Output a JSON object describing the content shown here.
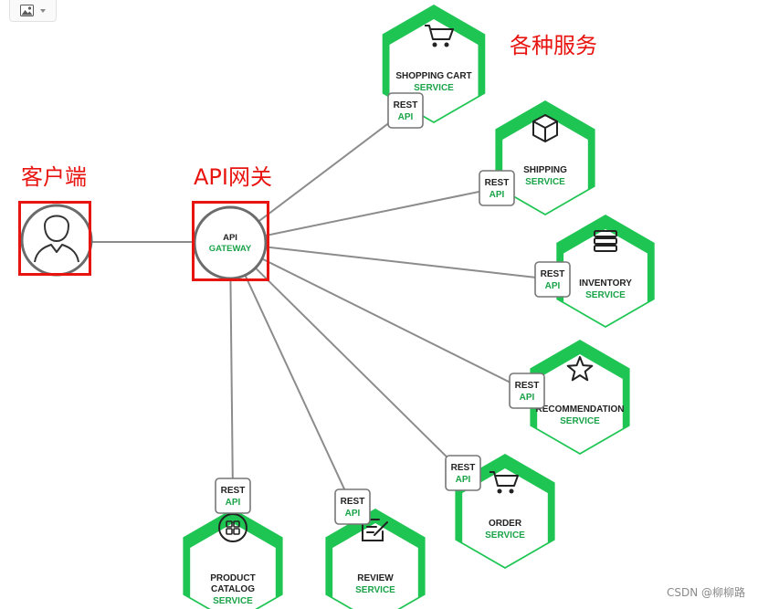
{
  "toolbar": {
    "image_icon": "image-icon",
    "dropdown_icon": "chevron-down-icon"
  },
  "annotations": {
    "client": "客户端",
    "gateway": "API网关",
    "services": "各种服务"
  },
  "client_node": {
    "icon": "user-icon"
  },
  "gateway_node": {
    "line1": "API",
    "line2": "GATEWAY"
  },
  "rest_badge": {
    "line1": "REST",
    "line2": "API"
  },
  "services": [
    {
      "id": "shopping-cart",
      "line1": "SHOPPING CART",
      "line2": "SERVICE",
      "icon": "shopping-cart-icon"
    },
    {
      "id": "shipping",
      "line1": "SHIPPING",
      "line2": "SERVICE",
      "icon": "package-icon"
    },
    {
      "id": "inventory",
      "line1": "INVENTORY",
      "line2": "SERVICE",
      "icon": "stack-icon"
    },
    {
      "id": "recommendation",
      "line1": "RECOMMENDATION",
      "line2": "SERVICE",
      "icon": "star-icon"
    },
    {
      "id": "order",
      "line1": "ORDER",
      "line2": "SERVICE",
      "icon": "cart-icon"
    },
    {
      "id": "review",
      "line1": "REVIEW",
      "line2": "SERVICE",
      "icon": "edit-icon"
    },
    {
      "id": "product-catalog",
      "line1": "PRODUCT",
      "line1b": "CATALOG",
      "line2": "SERVICE",
      "icon": "grid-icon"
    }
  ],
  "watermark": "CSDN @柳柳路",
  "colors": {
    "green": "#1ec552",
    "green_text": "#1aa348",
    "red": "#e8140f",
    "line": "#8c8c8c"
  }
}
